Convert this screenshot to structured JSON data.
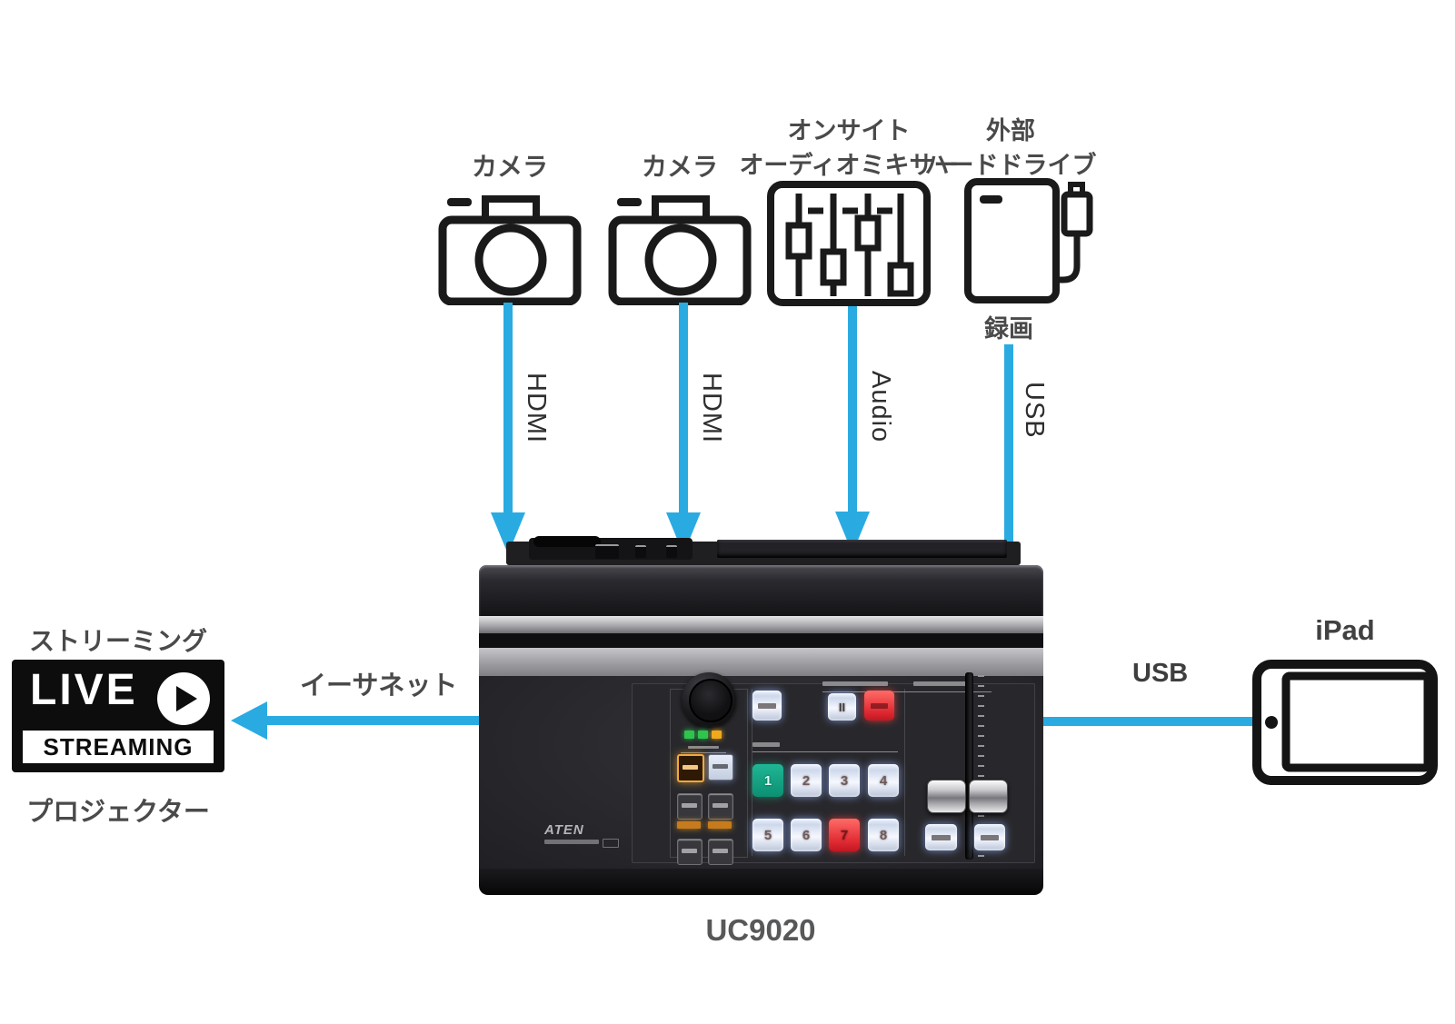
{
  "caption": "UC9020",
  "colors": {
    "accent": "#29abe2",
    "label_gray": "#4a4a4a",
    "icon_black": "#1a1a1a",
    "scene_green": "#12a384",
    "button_red": "#e02a33"
  },
  "sources": [
    {
      "label": "カメラ",
      "connection": "HDMI"
    },
    {
      "label": "カメラ",
      "connection": "HDMI"
    },
    {
      "label_line1": "オンサイト",
      "label_line2": "オーディオミキサー",
      "connection": "Audio"
    },
    {
      "label_line1": "外部",
      "label_line2": "ハードドライブ",
      "sublabel": "録画",
      "connection": "USB"
    }
  ],
  "output": {
    "label_top": "ストリーミング",
    "logo": {
      "live": "LIVE",
      "streaming": "STREAMING"
    },
    "label_bottom": "プロジェクター",
    "connection": "イーサネット"
  },
  "tablet": {
    "label": "iPad",
    "connection": "USB"
  },
  "device": {
    "brand": "ATEN",
    "pause_glyph": "II",
    "scene_numbers": [
      "1",
      "2",
      "3",
      "4",
      "5",
      "6",
      "7",
      "8"
    ]
  }
}
